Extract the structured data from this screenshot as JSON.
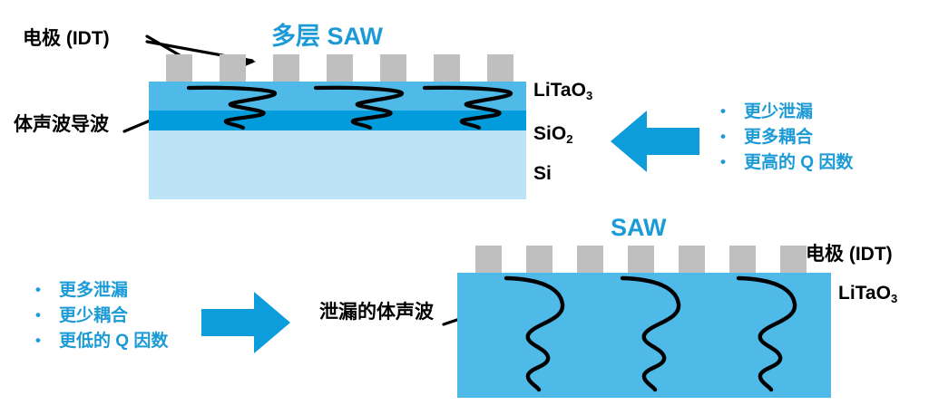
{
  "top_panel": {
    "title": "多层 SAW",
    "label_idt": "电极 (IDT)",
    "label_wave": "体声波导波",
    "layers": [
      {
        "name": "LiTaO3",
        "label_main": "LiTaO",
        "label_sub": "3",
        "color": "#4fb9e8"
      },
      {
        "name": "SiO2",
        "label_main": "SiO",
        "label_sub": "2",
        "color": "#029cdd"
      },
      {
        "name": "Si",
        "label_main": "Si",
        "label_sub": "",
        "color": "#bde3f7"
      }
    ],
    "electrode_count": 7,
    "electrode_color": "#bfbfbf",
    "wave_count": 3,
    "arrow_direction": "left",
    "arrow_color": "#0d9ddb",
    "bullets": [
      "更少泄漏",
      "更多耦合",
      "更高的 Q 因数"
    ]
  },
  "bottom_panel": {
    "title": "SAW",
    "label_idt": "电极 (IDT)",
    "label_wave": "泄漏的体声波",
    "layers": [
      {
        "name": "LiTaO3",
        "label_main": "LiTaO",
        "label_sub": "3",
        "color": "#4fb9e8"
      }
    ],
    "electrode_count": 7,
    "electrode_color": "#bfbfbf",
    "wave_count": 3,
    "arrow_direction": "right",
    "arrow_color": "#0d9ddb",
    "bullets": [
      "更多泄漏",
      "更少耦合",
      "更低的 Q 因数"
    ]
  },
  "colors": {
    "accent_blue": "#1b9ad6",
    "arrow_blue": "#0d9ddb",
    "litao3": "#4fb9e8",
    "sio2": "#029cdd",
    "si": "#bde3f7",
    "electrode_gray": "#bfbfbf",
    "wave_black": "#000000",
    "background": "#ffffff"
  }
}
